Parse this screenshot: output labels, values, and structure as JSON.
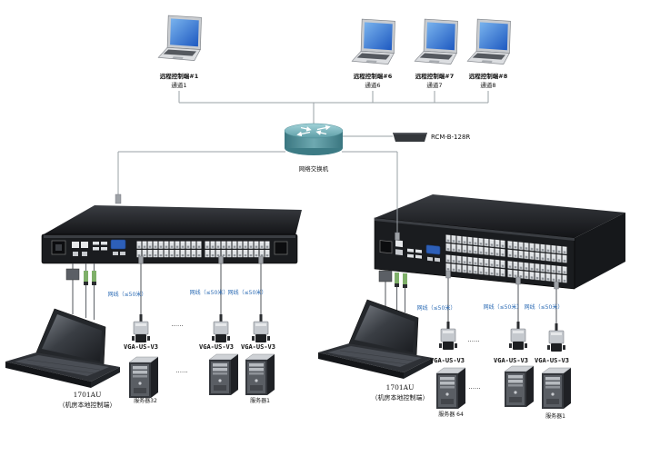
{
  "remote_consoles": [
    {
      "name": "远程控制端#1",
      "channel": "通道1"
    },
    {
      "name": "远程控制端#6",
      "channel": "通道6"
    },
    {
      "name": "远程控制端#7",
      "channel": "通道7"
    },
    {
      "name": "远程控制端#8",
      "channel": "通道8"
    }
  ],
  "rcm": {
    "label": "RCM-B-128R"
  },
  "network_switch": {
    "label": "网络交换机"
  },
  "left_site": {
    "cable_labels": [
      "网线（≤50米）",
      "网线（≤50米）",
      "网线（≤50米）"
    ],
    "ellipsis": "......",
    "adapter_labels": [
      "VGA-US-V3",
      "VGA-US-V3",
      "VGA-US-V3"
    ],
    "console_model": "1701AU",
    "console_desc": "（机房本地控制端）",
    "server_labels": {
      "first": "服务器32",
      "last": "服务器1"
    }
  },
  "right_site": {
    "cable_labels": [
      "网线（≤50米）",
      "网线（≤50米）",
      "网线（≤50米）"
    ],
    "ellipsis": "......",
    "adapter_labels": [
      "VGA-US-V3",
      "VGA-US-V3",
      "VGA-US-V3"
    ],
    "console_model": "1701AU",
    "console_desc": "（机房本地控制端）",
    "server_labels": {
      "first": "服务器 64",
      "last": "服务器1"
    }
  }
}
